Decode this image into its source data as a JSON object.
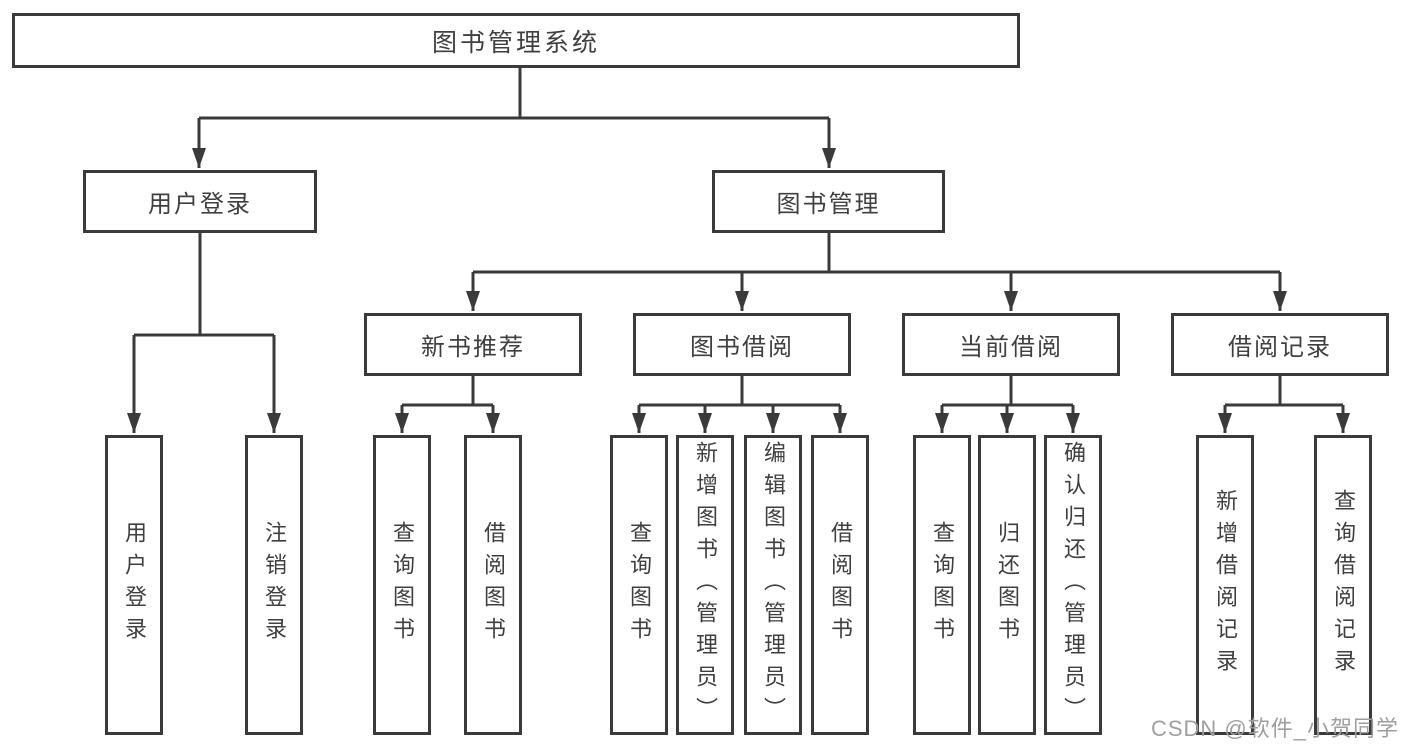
{
  "diagram": {
    "type": "hierarchy-tree",
    "line_color": "#3a3a3a",
    "text_color": "#3f3f3f",
    "background": "#ffffff"
  },
  "nodes": {
    "root": {
      "label": "图书管理系统"
    },
    "user_login": {
      "label": "用户登录"
    },
    "book_mgmt": {
      "label": "图书管理"
    },
    "new_book_rec": {
      "label": "新书推荐"
    },
    "book_borrow": {
      "label": "图书借阅"
    },
    "current_borrow": {
      "label": "当前借阅"
    },
    "borrow_records": {
      "label": "借阅记录"
    },
    "leaf_user_login": {
      "label": "用户登录"
    },
    "leaf_logout": {
      "label": "注销登录"
    },
    "leaf_rec_query": {
      "label": "查询图书"
    },
    "leaf_rec_borrow": {
      "label": "借阅图书"
    },
    "leaf_bb_query": {
      "label": "查询图书"
    },
    "leaf_bb_add": {
      "label": "新增图书（管理员）"
    },
    "leaf_bb_edit": {
      "label": "编辑图书（管理员）"
    },
    "leaf_bb_borrow": {
      "label": "借阅图书"
    },
    "leaf_cb_query": {
      "label": "查询图书"
    },
    "leaf_cb_return": {
      "label": "归还图书"
    },
    "leaf_cb_confirm": {
      "label": "确认归还（管理员）"
    },
    "leaf_br_add": {
      "label": "新增借阅记录"
    },
    "leaf_br_query": {
      "label": "查询借阅记录"
    }
  },
  "structure": {
    "图书管理系统": {
      "用户登录": [
        "用户登录",
        "注销登录"
      ],
      "图书管理": {
        "新书推荐": [
          "查询图书",
          "借阅图书"
        ],
        "图书借阅": [
          "查询图书",
          "新增图书（管理员）",
          "编辑图书（管理员）",
          "借阅图书"
        ],
        "当前借阅": [
          "查询图书",
          "归还图书",
          "确认归还（管理员）"
        ],
        "借阅记录": [
          "新增借阅记录",
          "查询借阅记录"
        ]
      }
    }
  },
  "watermark": {
    "text": "CSDN @软件_小贺同学",
    "color": "#9e9e9e"
  }
}
